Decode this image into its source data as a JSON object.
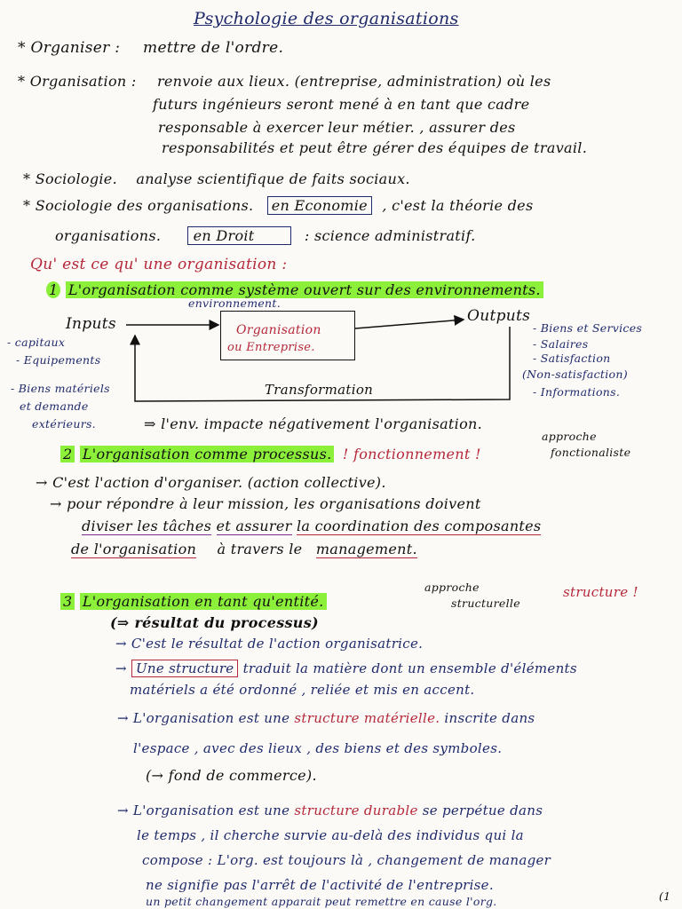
{
  "page": {
    "title": "Psychologie des organisations",
    "page_number": "(1"
  },
  "intro": {
    "organiser_term": "Organiser :",
    "organiser_def": "mettre de l'ordre.",
    "organisation_term": "Organisation :",
    "organisation_def_1": "renvoie aux lieux. (entreprise, administration) où les",
    "organisation_def_2": "futurs ingénieurs seront mené à en tant que cadre",
    "organisation_def_3": "responsable à exercer leur métier. , assurer des",
    "organisation_def_4": "responsabilités et peut être gérer des équipes de travail.",
    "sociologie_term": "Sociologie.",
    "sociologie_def": "analyse scientifique de faits sociaux.",
    "socio_org_term": "Sociologie des organisations.",
    "socio_org_box1": "en Economie",
    "socio_org_def1": ", c'est la théorie des",
    "socio_org_line2_a": "organisations.",
    "socio_org_box2": "en Droit",
    "socio_org_def2": ": science administratif."
  },
  "question": "Qu' est ce qu' une organisation :",
  "section1": {
    "num": "1",
    "heading": "L'organisation comme système ouvert sur des environnements.",
    "env_label": "environnement.",
    "inputs_label": "Inputs",
    "outputs_label": "Outputs",
    "center_box_1": "Organisation",
    "center_box_2": "ou Entreprise.",
    "transformation_label": "Transformation",
    "inputs_list": [
      "- capitaux",
      "- Equipements",
      "- Biens matériels",
      "et demande",
      "extérieurs."
    ],
    "outputs_list": [
      "- Biens et Services",
      "- Salaires",
      "- Satisfaction",
      "(Non-satisfaction)",
      "- Informations."
    ],
    "conclusion": "⇒ l'env. impacte négativement l'organisation."
  },
  "section2": {
    "num": "2",
    "heading": "L'organisation comme processus.",
    "tag": "! fonctionnement !",
    "approach_1": "approche",
    "approach_2": "fonctionaliste",
    "line1": "→ C'est l'action d'organiser. (action collective).",
    "line2": "→ pour répondre à leur mission, les organisations doivent",
    "line3_a": "diviser les tâches",
    "line3_b": "et assurer",
    "line3_c": "la coordination des composantes",
    "line4_a": "de l'organisation",
    "line4_b": "à travers le",
    "line4_c": "management."
  },
  "section3": {
    "num": "3",
    "heading": "L'organisation en tant qu'entité.",
    "approach_1": "approche",
    "approach_2": "structurelle",
    "tag": "structure !",
    "result": "(⇒ résultat du processus)",
    "line1": "→ C'est le résultat de l'action organisatrice.",
    "line2_box": "Une structure",
    "line2_rest": "traduit la matière dont un ensemble d'éléments",
    "line3": "matériels a été ordonné , reliée et mis en accent.",
    "line4_a": "→ L'organisation est une",
    "line4_red": "structure matérielle.",
    "line4_b": "inscrite dans",
    "line5": "l'espace , avec des lieux , des biens et des symboles.",
    "line6": "(→ fond de commerce).",
    "line7_a": "→ L'organisation est une",
    "line7_red": "structure durable",
    "line7_b": "se perpétue dans",
    "line8": "le temps , il cherche survie au-delà des individus qui la",
    "line9": "compose : L'org. est toujours là , changement de manager",
    "line10": "ne signifie pas l'arrêt de l'activité de l'entreprise.",
    "line11": "un petit changement apparait peut remettre en cause l'org."
  }
}
